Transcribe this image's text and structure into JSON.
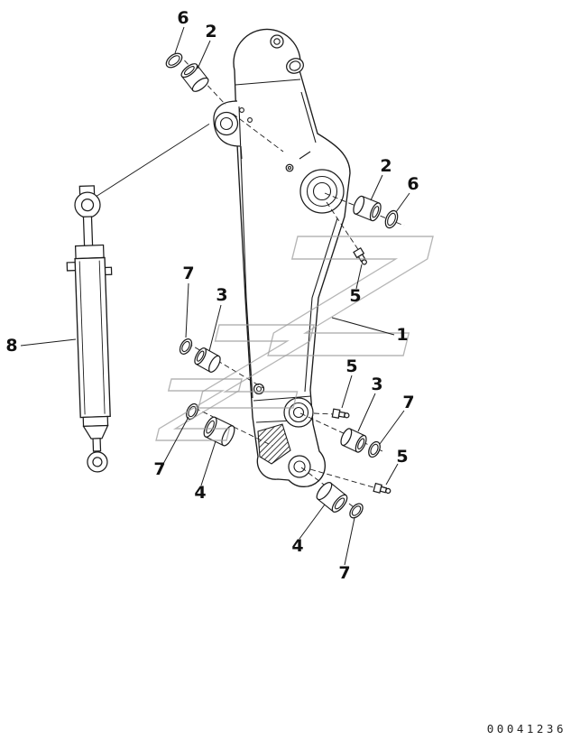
{
  "figure": {
    "part_number": "00041236",
    "colors": {
      "line": "#1c1c1c",
      "background": "#ffffff",
      "watermark": "#9d9d9d"
    }
  },
  "callouts": {
    "c6_top": "6",
    "c2_top": "2",
    "c2_right": "2",
    "c6_right": "6",
    "c5_upper": "5",
    "c1_arm": "1",
    "c7_upper_left": "7",
    "c3_upper_left": "3",
    "c8_cylinder": "8",
    "c5_mid": "5",
    "c3_mid": "3",
    "c7_mid_right": "7",
    "c7_lower_left": "7",
    "c4_lower_left": "4",
    "c5_bottom": "5",
    "c4_bottom": "4",
    "c7_bottom": "7"
  }
}
